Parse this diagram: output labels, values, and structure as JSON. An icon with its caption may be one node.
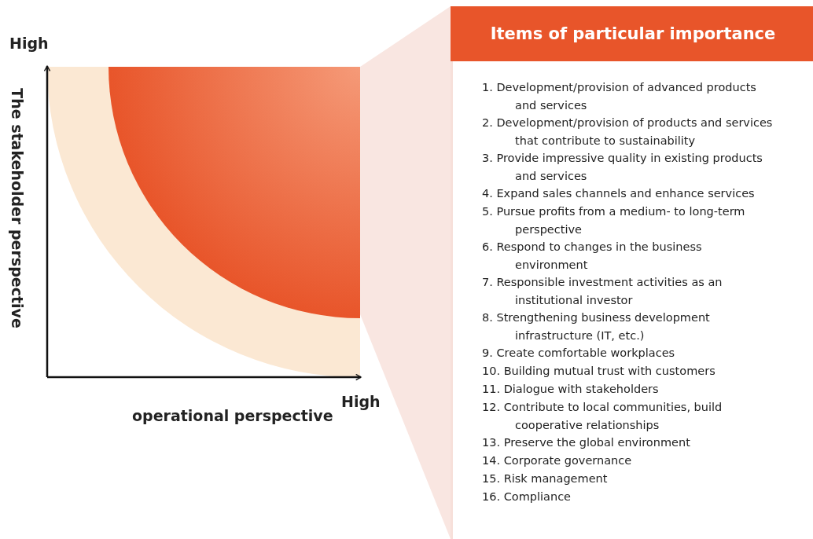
{
  "diagram": {
    "nodes": [
      {
        "text": [
          "Items of particular importance",
          "1. Development/provision of advanced products and services",
          "2. Development/provision of products and services that contribute to sustainability",
          "3. Provide impressive quality in existing products and services",
          "4. Expand sales channels and enhance services",
          "5. Pursue profits from a medium- to long-term perspective",
          "6. Respond to changes in the business environment",
          "7. Responsible investment activities as an institutional investor",
          "8. Strengthening business development infrastructure (IT, etc.)",
          "9. Create comfortable workplaces",
          "10. Building mutual trust with customers",
          "11. Dialogue with stakeholders",
          "12. Contribute to local communities, build cooperative relationships",
          "13. Preserve the global environment",
          "14. Corporate governance",
          "15. Risk management",
          "16. Compliance"
        ]
      }
    ],
    "edges": [],
    "labels": [
      "High",
      "The stakeholder perspective",
      "operational perspective",
      "High"
    ]
  }
}
